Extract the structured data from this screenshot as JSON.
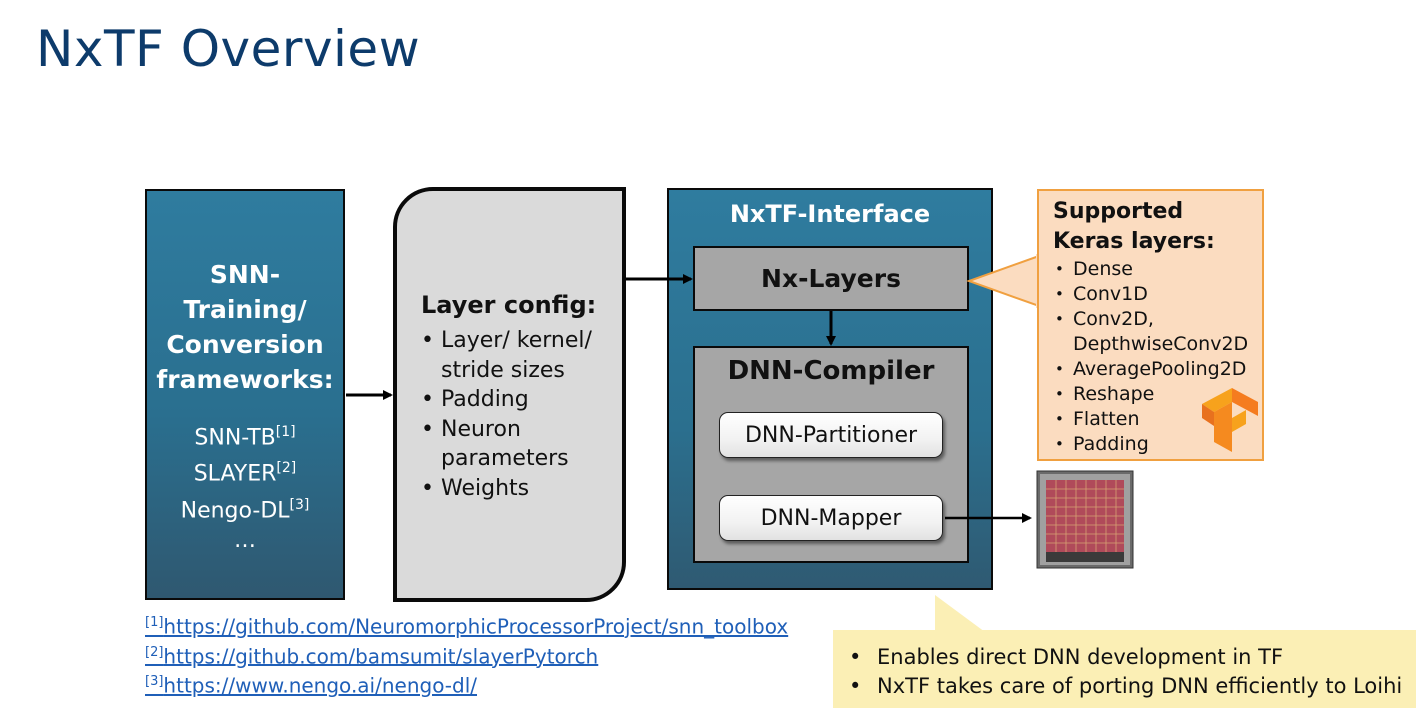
{
  "title": "NxTF Overview",
  "snn": {
    "heading_lines": [
      "SNN-",
      "Training/",
      "Conversion",
      "frameworks:"
    ],
    "items": [
      {
        "label": "SNN-TB",
        "ref": "[1]"
      },
      {
        "label": "SLAYER",
        "ref": "[2]"
      },
      {
        "label": "Nengo-DL",
        "ref": "[3]"
      },
      {
        "label": "…",
        "ref": ""
      }
    ]
  },
  "layer_config": {
    "heading": "Layer config:",
    "items": [
      "Layer/ kernel/ stride sizes",
      "Padding",
      "Neuron parameters",
      "Weights"
    ]
  },
  "interface": {
    "title": "NxTF-Interface",
    "nx_layers": "Nx-Layers",
    "dnn_compiler": {
      "title": "DNN-Compiler",
      "partitioner": "DNN-Partitioner",
      "mapper": "DNN-Mapper"
    }
  },
  "keras": {
    "heading_lines": [
      "Supported",
      "Keras layers:"
    ],
    "layers": [
      "Dense",
      "Conv1D",
      "Conv2D,\nDepthwiseConv2D",
      "AveragePooling2D",
      "Reshape",
      "Flatten",
      "Padding"
    ],
    "logo": "tensorflow-logo"
  },
  "chip": {
    "icon": "loihi-chip-icon"
  },
  "note": {
    "bullets": [
      "Enables direct DNN development in TF",
      "NxTF takes care of porting DNN efficiently to Loihi"
    ]
  },
  "references": [
    {
      "ref": "[1]",
      "url": "https://github.com/NeuromorphicProcessorProject/snn_toolbox"
    },
    {
      "ref": "[2]",
      "url": "https://github.com/bamsumit/slayerPytorch"
    },
    {
      "ref": "[3]",
      "url": "https://www.nengo.ai/nengo-dl/"
    }
  ],
  "colors": {
    "title": "#0d3b6b",
    "panel_blue": "#2f7c9f",
    "config_gray": "#dadada",
    "inner_gray": "#a6a6a6",
    "keras_fill": "#fbdcc0",
    "keras_border": "#f0a040",
    "note_fill": "#fbefb5",
    "link": "#1f5fb8"
  }
}
